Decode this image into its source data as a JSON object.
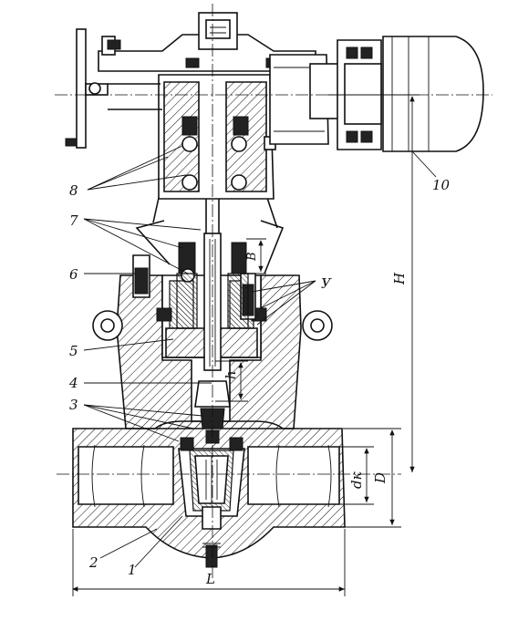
{
  "callouts": {
    "c1": "1",
    "c2": "2",
    "c3": "3",
    "c4": "4",
    "c5": "5",
    "c6": "6",
    "c7": "7",
    "c8": "8",
    "c10": "10",
    "cY": "У"
  },
  "dimensions": {
    "L": "L",
    "H": "H",
    "h": "h",
    "B": "В",
    "D": "D",
    "dk": "dк"
  }
}
